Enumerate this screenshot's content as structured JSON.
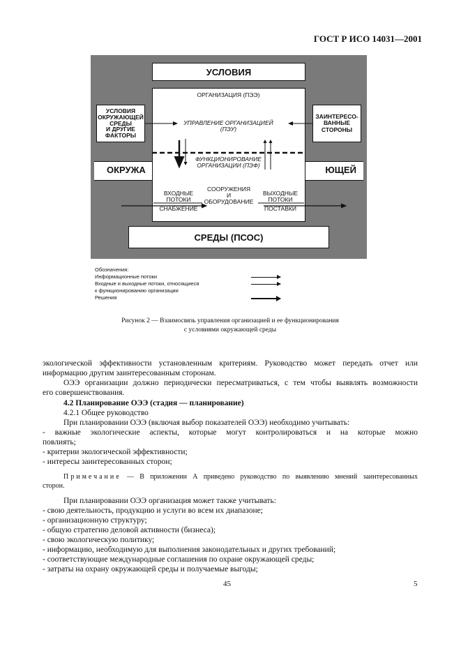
{
  "header": {
    "code": "ГОСТ Р ИСО 14031—2001"
  },
  "figure": {
    "conditions": "УСЛОВИЯ",
    "band_left": "ОКРУЖА",
    "band_right": "ЮЩЕЙ",
    "environment": "СРЕДЫ (ПСОС)",
    "left_box": [
      "УСЛОВИЯ",
      "ОКРУЖАЮЩЕЙ",
      "СРЕДЫ",
      "И ДРУГИЕ",
      "ФАКТОРЫ"
    ],
    "right_box": [
      "ЗАИНТЕРЕСО-",
      "ВАННЫЕ",
      "СТОРОНЫ"
    ],
    "org_title": "ОРГАНИЗАЦИЯ (ПЭЭ)",
    "management": [
      "УПРАВЛЕНИЕ ОРГАНИЗАЦИЕЙ",
      "(ПЭУ)"
    ],
    "operations": [
      "ФУНКЦИОНИРОВАНИЕ",
      "ОРГАНИЗАЦИИ (ПЭФ)"
    ],
    "inputs": [
      "ВХОДНЫЕ",
      "ПОТОКИ"
    ],
    "supply": "СНАБЖЕНИЕ",
    "facilities": [
      "СООРУЖЕНИЯ",
      "И",
      "ОБОРУДОВАНИЕ"
    ],
    "outputs": [
      "ВЫХОДНЫЕ",
      "ПОТОКИ"
    ],
    "deliveries": "ПОСТАВКИ"
  },
  "legend": {
    "title": "Обозначения:",
    "info_flows": "Информационные потоки",
    "io_flows_1": "Входные и выходные потоки, относящиеся",
    "io_flows_2": "к функционированию организации",
    "decisions": "Решения"
  },
  "caption": {
    "line1": "Рисунок 2 — Взаимосвязь управления организацией и ее функционирования",
    "line2": "с условиями окружающей среды"
  },
  "body": {
    "p1a": "экологической эффективности установленным критериям. Руководство может передать отчет или",
    "p1b": "информацию другим заинтересованным сторонам.",
    "p2a": "ОЭЭ организации должно периодически пересматриваться, с тем чтобы выявлять возможности",
    "p2b": "его совершенствования.",
    "section": "4.2 Планирование ОЭЭ (стадия — планирование)",
    "subsection": "4.2.1 Общее руководство",
    "p3": "При планировании ОЭЭ (включая выбор показателей ОЭЭ) необходимо учитывать:",
    "b1a": "- важные экологические аспекты, которые могут контролироваться и на которые можно",
    "b1b": "повлиять;",
    "b2": "- критерии экологической эффективности;",
    "b3": "- интересы заинтересованных сторон;",
    "note_label": "Примечание",
    "note_a": "— В приложении А приведено руководство по выявлению мнений заинтересованных",
    "note_b": "сторон.",
    "p4": "При планировании ОЭЭ организация может также учитывать:",
    "items": [
      "- свою деятельность, продукцию и услуги во всем их диапазоне;",
      "- организационную структуру;",
      "- общую стратегию деловой активности (бизнеса);",
      "- свою экологическую политику;",
      "- информацию, необходимую для выполнения законодательных и других требований;",
      "- соответствующие международные соглашения по охране окружающей среды;",
      "- затраты на охрану окружающей среды и получаемые выгоды;"
    ]
  },
  "footer": {
    "page": "45",
    "side": "5"
  }
}
